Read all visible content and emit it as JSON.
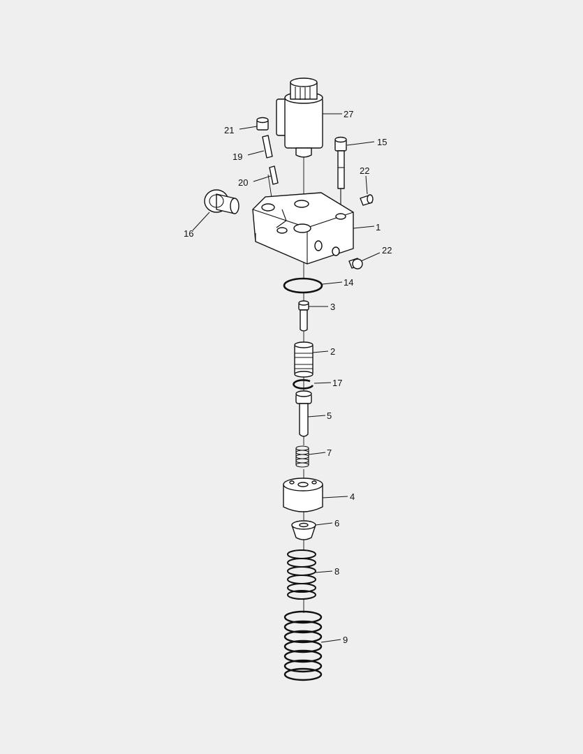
{
  "diagram": {
    "labels": {
      "l27": "27",
      "l21": "21",
      "l15": "15",
      "l19": "19",
      "l22a": "22",
      "l20": "20",
      "l16": "16",
      "l1": "1",
      "l22b": "22",
      "l14": "14",
      "l3": "3",
      "l2": "2",
      "l17": "17",
      "l5": "5",
      "l7": "7",
      "l4": "4",
      "l6": "6",
      "l8": "8",
      "l9": "9"
    }
  }
}
